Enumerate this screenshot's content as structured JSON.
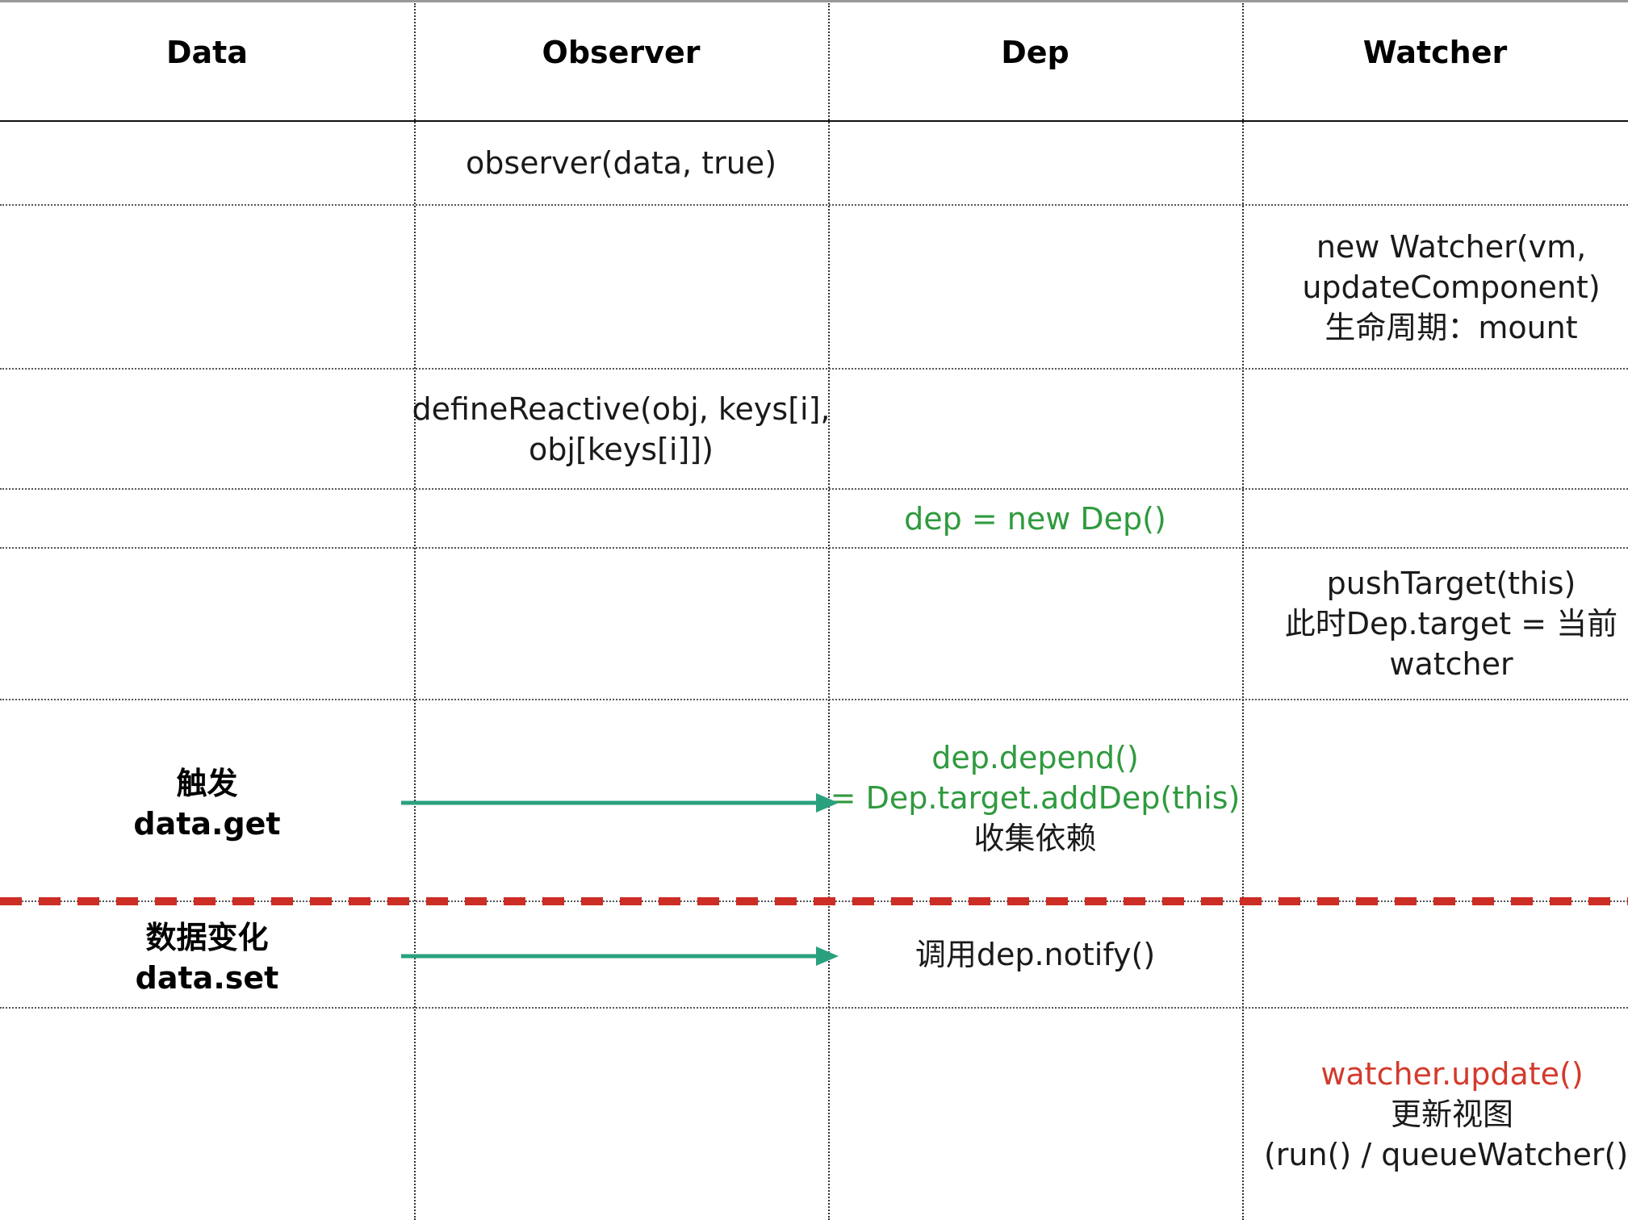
{
  "colors": {
    "green_text": "#2f9a3e",
    "red_text": "#d33a2c",
    "arrow": "#2aa17e",
    "divider": "#cc2d24"
  },
  "header": {
    "data": "Data",
    "observer": "Observer",
    "dep": "Dep",
    "watcher": "Watcher"
  },
  "rows": {
    "observer_call": "observer(data, true)",
    "new_watcher": [
      "new Watcher(vm,",
      "updateComponent)",
      "生命周期：mount"
    ],
    "define_reactive": [
      "defineReactive(obj, keys[i],",
      "obj[keys[i]])"
    ],
    "new_dep": "dep = new Dep()",
    "push_target": [
      "pushTarget(this)",
      "此时Dep.target = 当前",
      "watcher"
    ],
    "get_trigger": [
      "触发",
      "data.get"
    ],
    "dep_depend": [
      "dep.depend()",
      "= Dep.target.addDep(this)"
    ],
    "collect_deps": "收集依赖",
    "set_trigger": [
      "数据变化",
      "data.set"
    ],
    "dep_notify": "调用dep.notify()",
    "watcher_update": "watcher.update()",
    "update_view": "更新视图",
    "run_queue": "(run() / queueWatcher())"
  }
}
